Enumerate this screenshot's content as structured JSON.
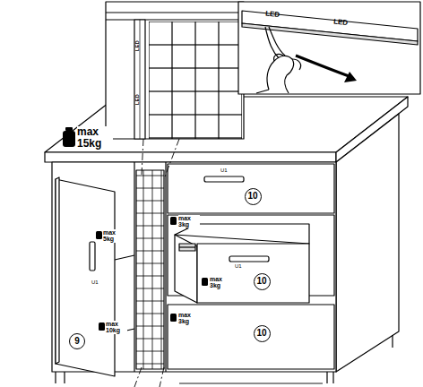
{
  "diagram": {
    "nodes": [
      {
        "text": [
          "9"
        ]
      },
      {
        "text": [
          "10"
        ]
      },
      {
        "text": [
          "10"
        ]
      },
      {
        "text": [
          "10"
        ]
      }
    ],
    "labels": [
      "LED",
      "LED",
      "LED",
      "LED",
      "max 15kg",
      "U1",
      "U1",
      "U1",
      "max 5kg",
      "max 10kg",
      "max 3kg",
      "max 3kg",
      "max 3kg"
    ]
  }
}
